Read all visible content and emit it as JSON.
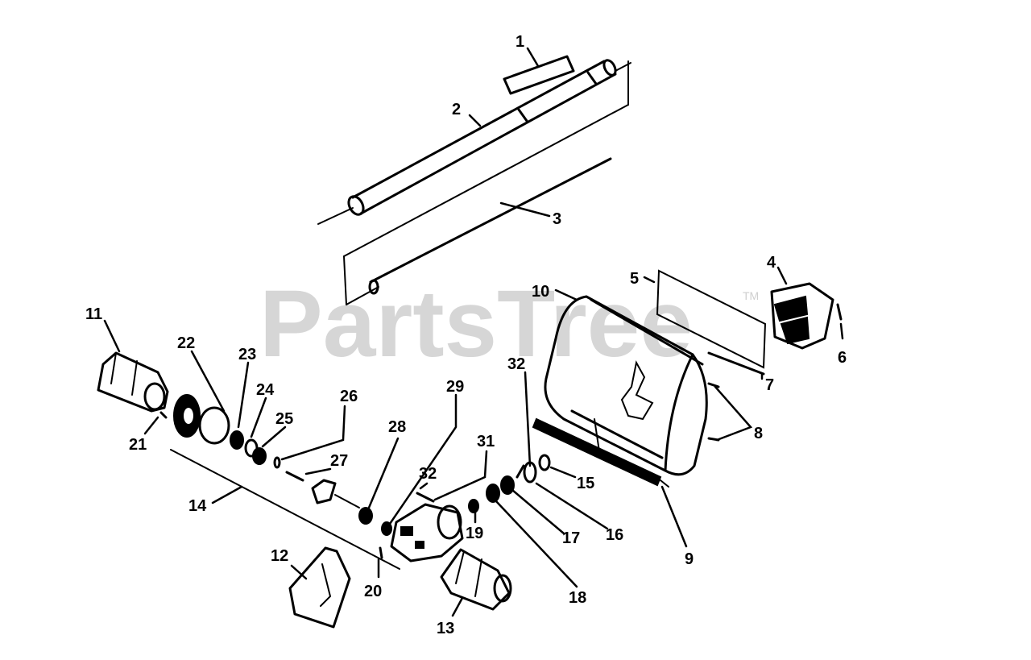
{
  "watermark": {
    "brand": "PartsTree",
    "trademark": "TM"
  },
  "callouts": {
    "c1": "1",
    "c2": "2",
    "c3": "3",
    "c4": "4",
    "c5": "5",
    "c6": "6",
    "c7": "7",
    "c8": "8",
    "c9": "9",
    "c10": "10",
    "c11": "11",
    "c12": "12",
    "c13": "13",
    "c14": "14",
    "c15": "15",
    "c16": "16",
    "c17": "17",
    "c18": "18",
    "c19": "19",
    "c20": "20",
    "c21": "21",
    "c22": "22",
    "c23": "23",
    "c24": "24",
    "c25": "25",
    "c26": "26",
    "c27": "27",
    "c28": "28",
    "c29": "29",
    "c31": "31",
    "c32a": "32",
    "c32b": "32"
  }
}
